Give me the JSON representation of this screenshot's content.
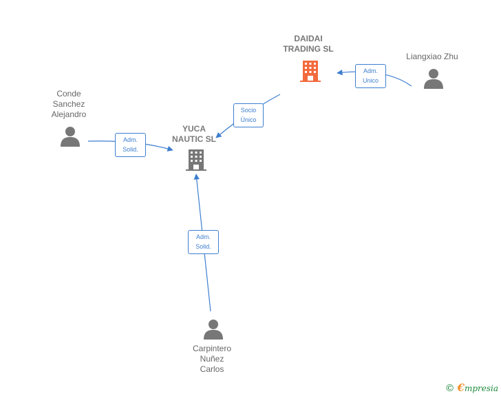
{
  "nodes": {
    "daidai": {
      "name": "DAIDAI\nTRADING  SL",
      "type": "company",
      "color": "#f26a3d"
    },
    "yuca": {
      "name": "YUCA\nNAUTIC  SL",
      "type": "company",
      "color": "#7a7a7a"
    },
    "liangxiao": {
      "name": "Liangxiao Zhu",
      "type": "person",
      "icon": "person-icon"
    },
    "conde": {
      "name": "Conde\nSanchez\nAlejandro",
      "type": "person",
      "icon": "person-icon"
    },
    "carpintero": {
      "name": "Carpintero\nNuñez\nCarlos",
      "type": "person",
      "icon": "person-icon"
    }
  },
  "edges": {
    "liangxiao_daidai": {
      "label": "Adm.\nUnico"
    },
    "daidai_yuca": {
      "label": "Socio\nÚnico"
    },
    "conde_yuca": {
      "label": "Adm.\nSolid."
    },
    "carpintero_yuca": {
      "label": "Adm.\nSolid."
    }
  },
  "colors": {
    "edge": "#3d7ecf",
    "icon_gray": "#777777",
    "company_highlight": "#f26a3d"
  },
  "brand": {
    "copyright_symbol": "©",
    "initial": "€",
    "name": "mpresia"
  }
}
